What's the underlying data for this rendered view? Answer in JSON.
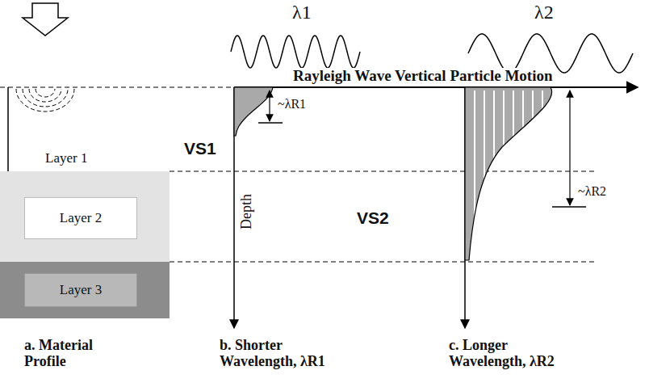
{
  "diagram": {
    "nodes": [
      {
        "text": [
          "Layer 1"
        ]
      },
      {
        "text": [
          "Layer 2"
        ]
      },
      {
        "text": [
          "Layer 3"
        ]
      }
    ],
    "labels": [
      "λ1",
      "λ2",
      "Rayleigh Wave Vertical Particle Motion",
      "VS1",
      "VS2",
      "~λR1",
      "~λR2",
      "Depth",
      "a. Material Profile",
      "b. Shorter Wavelength, λR1",
      "c. Longer Wavelength, λR2"
    ]
  }
}
